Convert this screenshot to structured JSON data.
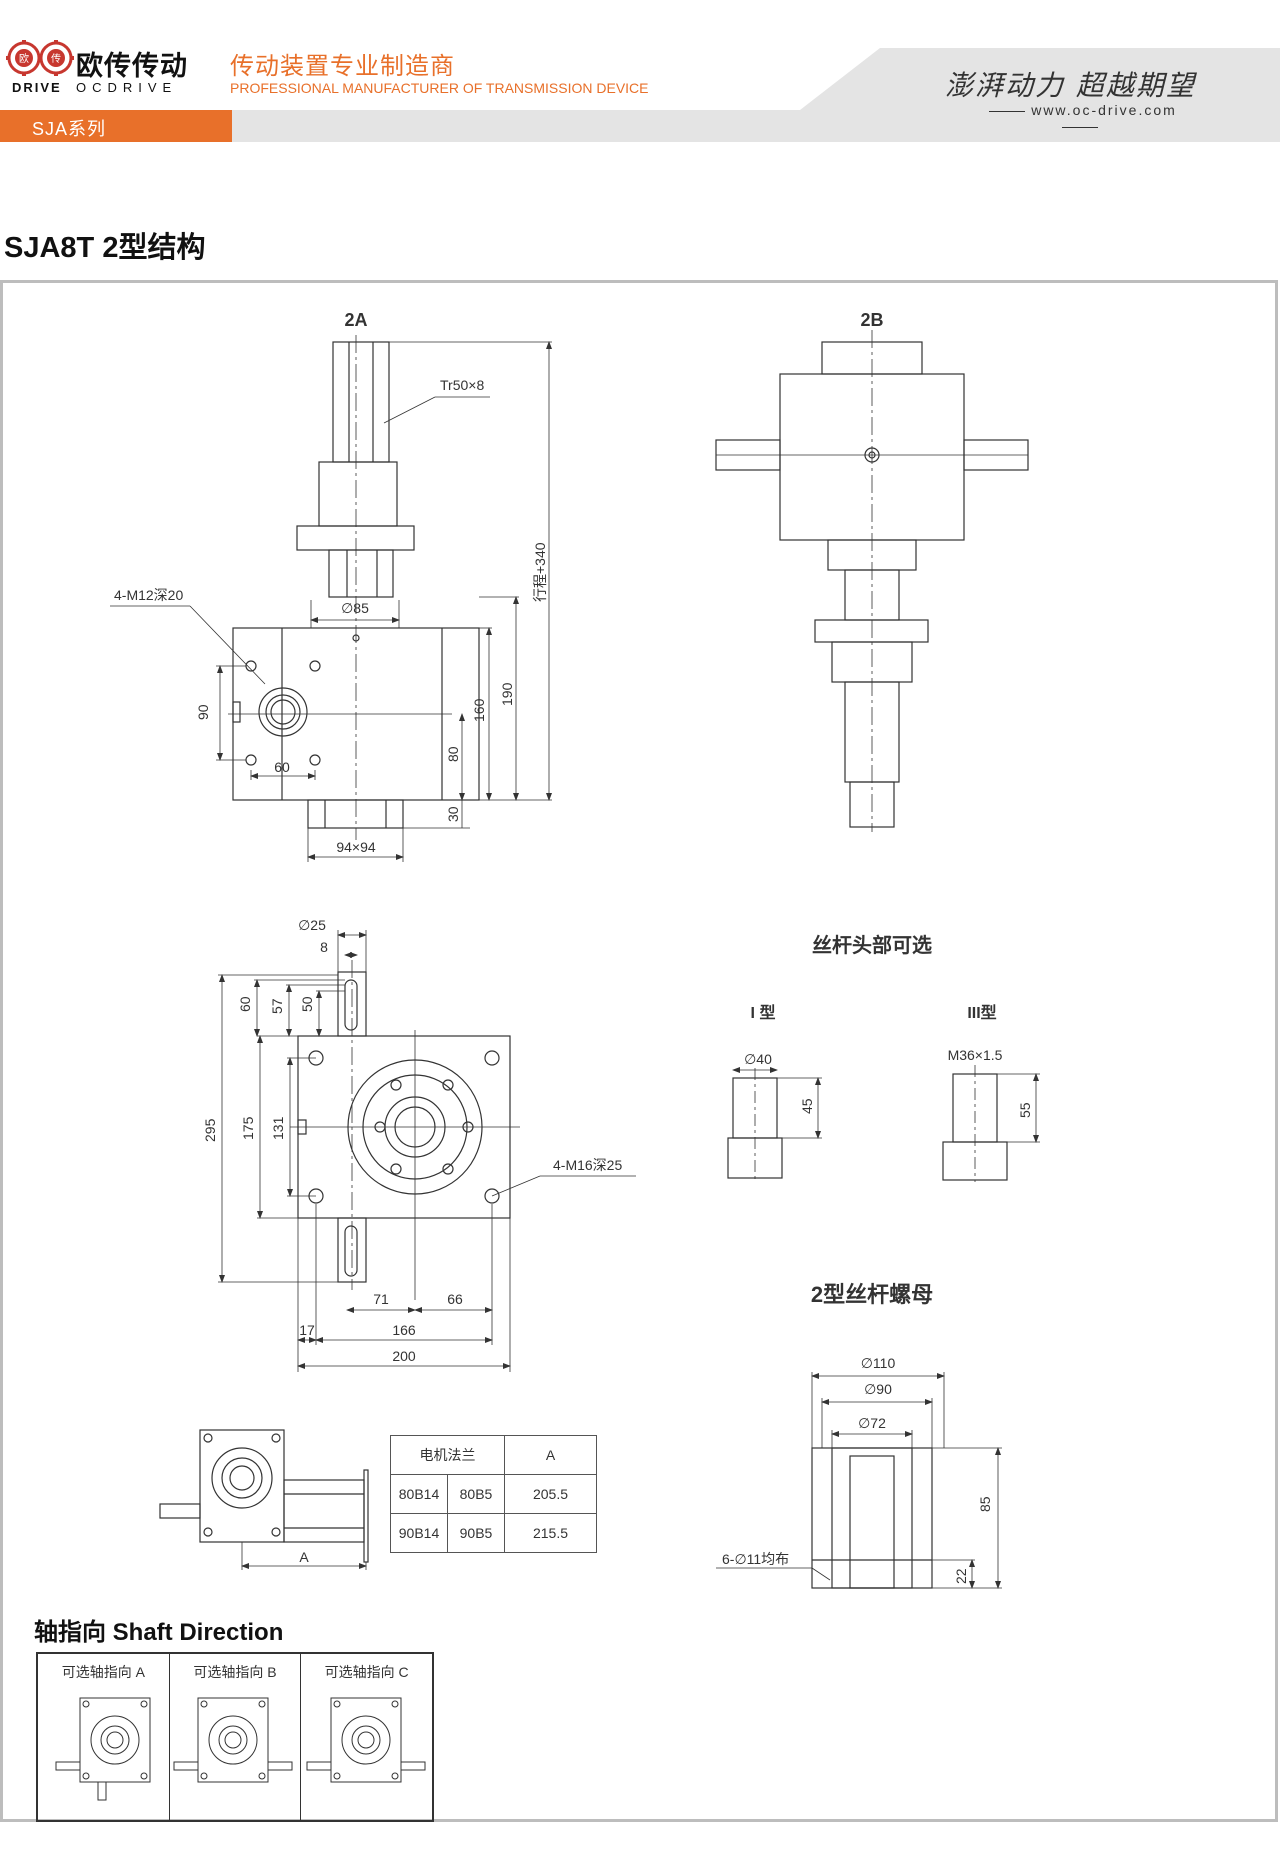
{
  "header": {
    "logo_cn": "欧传传动",
    "logo_en_left": "DRIVE",
    "logo_en_right": "OCDRIVE",
    "logo_mark_left": "欧",
    "logo_mark_right": "传",
    "tagline_cn": "传动装置专业制造商",
    "tagline_en": "PROFESSIONAL MANUFACTURER OF TRANSMISSION DEVICE",
    "slogan": "澎湃动力 超越期望",
    "website": "www.oc-drive.com",
    "series_tab": "SJA系列"
  },
  "page_title": "SJA8T 2型结构",
  "view_2a": {
    "label": "2A",
    "thread": "Tr50×8",
    "hole_note": "4-M12深20",
    "dia_85": "∅85",
    "travel": "行程+340",
    "dim_190": "190",
    "dim_160": "160",
    "dim_80": "80",
    "dim_90": "90",
    "dim_60": "60",
    "dim_30": "30",
    "base": "94×94"
  },
  "view_2b": {
    "label": "2B"
  },
  "top_view": {
    "dia_25": "∅25",
    "dim_8": "8",
    "dim_60": "60",
    "dim_57": "57",
    "dim_50": "50",
    "dim_295": "295",
    "dim_175": "175",
    "dim_131": "131",
    "hole_note": "4-M16深25",
    "dim_71": "71",
    "dim_66": "66",
    "dim_17": "17",
    "dim_166": "166",
    "dim_200": "200"
  },
  "screw_head": {
    "title": "丝杆头部可选",
    "type1": {
      "label": "I 型",
      "dia": "∅40",
      "len": "45"
    },
    "type3": {
      "label": "III型",
      "thread": "M36×1.5",
      "len": "55"
    }
  },
  "nut": {
    "title": "2型丝杆螺母",
    "dia_110": "∅110",
    "dia_90": "∅90",
    "dia_72": "∅72",
    "dim_85": "85",
    "dim_22": "22",
    "holes": "6-∅11均布"
  },
  "motor_view": {
    "dim_a": "A"
  },
  "flange_table": {
    "header_flange": "电机法兰",
    "header_a": "A",
    "rows": [
      {
        "f1": "80B14",
        "f2": "80B5",
        "a": "205.5"
      },
      {
        "f1": "90B14",
        "f2": "90B5",
        "a": "215.5"
      }
    ]
  },
  "shaft_direction": {
    "title": "轴指向 Shaft Direction",
    "options": [
      "可选轴指向 A",
      "可选轴指向 B",
      "可选轴指向 C"
    ]
  },
  "colors": {
    "accent": "#e8702a",
    "line": "#333333",
    "frame": "#bdbdbd"
  }
}
